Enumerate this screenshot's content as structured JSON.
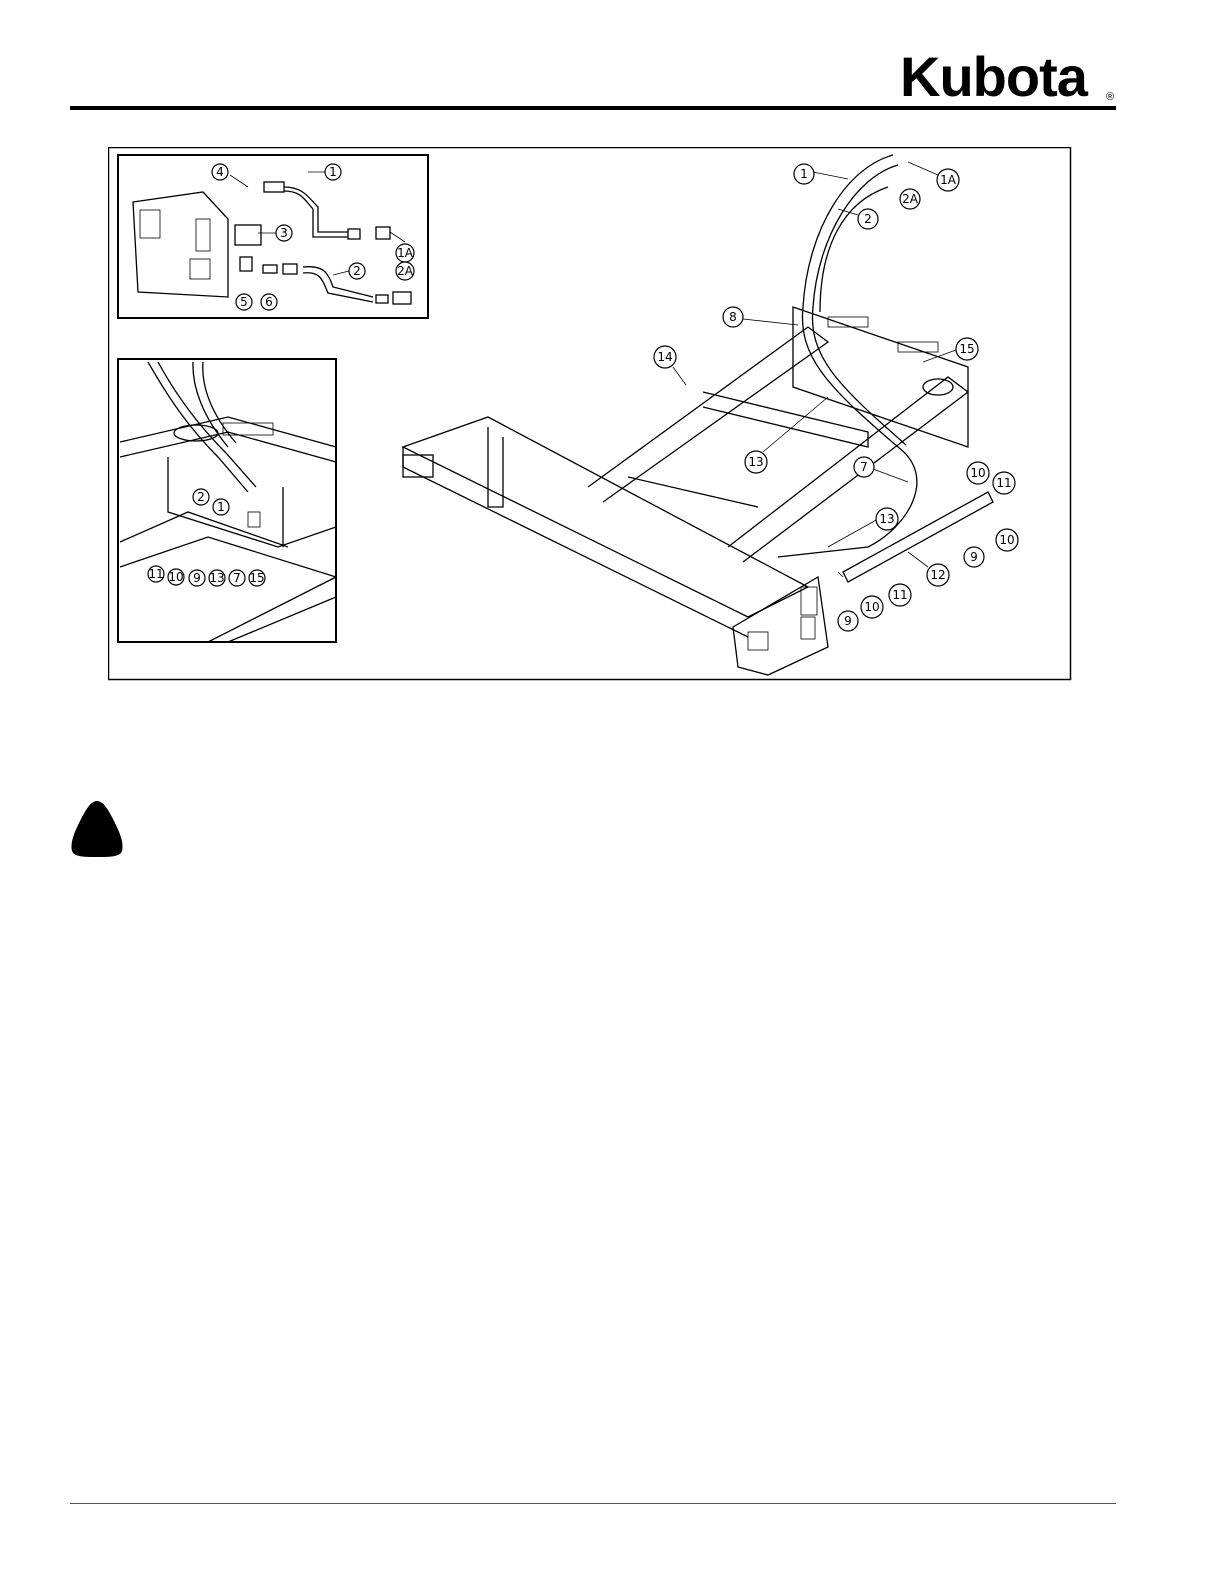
{
  "header": {
    "logo_text": "Kubota",
    "logo_mark": "®"
  },
  "figure": {
    "inset_top": {
      "callouts": [
        {
          "id": "4",
          "n": "4"
        },
        {
          "id": "1",
          "n": "1"
        },
        {
          "id": "3",
          "n": "3"
        },
        {
          "id": "1A",
          "n": "1A"
        },
        {
          "id": "2",
          "n": "2"
        },
        {
          "id": "2A",
          "n": "2A"
        },
        {
          "id": "5",
          "n": "5"
        },
        {
          "id": "6",
          "n": "6"
        }
      ]
    },
    "inset_bottom": {
      "callouts": [
        {
          "n": "2"
        },
        {
          "n": "1"
        },
        {
          "n": "11"
        },
        {
          "n": "10"
        },
        {
          "n": "9"
        },
        {
          "n": "13"
        },
        {
          "n": "7"
        },
        {
          "n": "15"
        }
      ]
    },
    "main": {
      "callouts": [
        {
          "n": "1"
        },
        {
          "n": "1A"
        },
        {
          "n": "2A"
        },
        {
          "n": "2"
        },
        {
          "n": "8"
        },
        {
          "n": "15"
        },
        {
          "n": "14"
        },
        {
          "n": "13"
        },
        {
          "n": "7"
        },
        {
          "n": "10"
        },
        {
          "n": "11"
        },
        {
          "n": "13"
        },
        {
          "n": "9"
        },
        {
          "n": "10"
        },
        {
          "n": "12"
        },
        {
          "n": "11"
        },
        {
          "n": "10"
        },
        {
          "n": "9"
        }
      ]
    }
  },
  "icons": {
    "warning": "warning-triangle-icon"
  }
}
